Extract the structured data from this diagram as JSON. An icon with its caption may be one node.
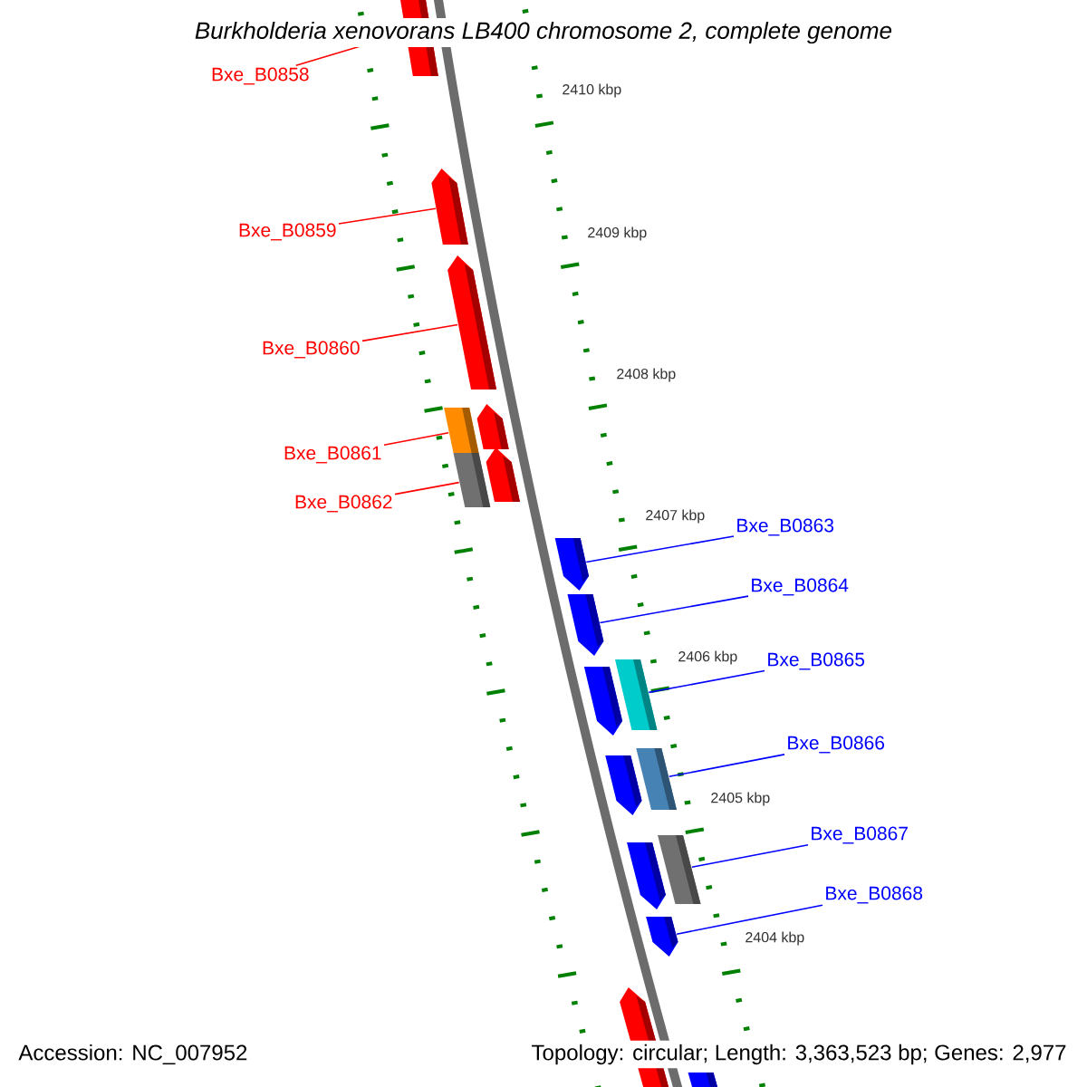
{
  "diagram": {
    "title": "Burkholderia xenovorans LB400 chromosome 2, complete genome",
    "nodes": [
      {
        "text": [
          "Bxe_B0858"
        ]
      },
      {
        "text": [
          "Bxe_B0859"
        ]
      },
      {
        "text": [
          "Bxe_B0860"
        ]
      },
      {
        "text": [
          "Bxe_B0861"
        ]
      },
      {
        "text": [
          "Bxe_B0862"
        ]
      },
      {
        "text": [
          "Bxe_B0863"
        ]
      },
      {
        "text": [
          "Bxe_B0864"
        ]
      },
      {
        "text": [
          "Bxe_B0865"
        ]
      },
      {
        "text": [
          "Bxe_B0866"
        ]
      },
      {
        "text": [
          "Bxe_B0867"
        ]
      },
      {
        "text": [
          "Bxe_B0868"
        ]
      },
      {
        "text": [],
        "shape": "arrow"
      },
      {
        "text": [],
        "shape": "arrow"
      },
      {
        "text": [],
        "shape": "arrow"
      },
      {
        "text": [],
        "shape": "arrow"
      },
      {
        "text": [],
        "shape": "box"
      },
      {
        "text": [],
        "shape": "arrow"
      },
      {
        "text": [],
        "shape": "box"
      },
      {
        "text": [],
        "shape": "arrow"
      },
      {
        "text": [],
        "shape": "arrow"
      },
      {
        "text": [],
        "shape": "box"
      },
      {
        "text": [],
        "shape": "arrow"
      },
      {
        "text": [],
        "shape": "box"
      },
      {
        "text": [],
        "shape": "arrow"
      },
      {
        "text": [],
        "shape": "box"
      },
      {
        "text": [],
        "shape": "arrow"
      },
      {
        "text": [],
        "shape": "arrow"
      },
      {
        "text": [],
        "shape": "arrow"
      },
      {
        "text": [],
        "shape": "arrow"
      }
    ],
    "edges": [
      {
        "from": 0,
        "to": 11,
        "arrow": "none",
        "color": "#ff0000"
      },
      {
        "from": 1,
        "to": 12,
        "arrow": "none",
        "color": "#ff0000"
      },
      {
        "from": 2,
        "to": 13,
        "arrow": "none",
        "color": "#ff0000"
      },
      {
        "from": 3,
        "to": 15,
        "arrow": "none",
        "color": "#ff0000"
      },
      {
        "from": 4,
        "to": 17,
        "arrow": "none",
        "color": "#ff0000"
      },
      {
        "from": 5,
        "to": 18,
        "arrow": "none",
        "color": "#0000ff"
      },
      {
        "from": 6,
        "to": 19,
        "arrow": "none",
        "color": "#0000ff"
      },
      {
        "from": 7,
        "to": 20,
        "arrow": "none",
        "color": "#0000ff"
      },
      {
        "from": 8,
        "to": 22,
        "arrow": "none",
        "color": "#0000ff"
      },
      {
        "from": 9,
        "to": 24,
        "arrow": "none",
        "color": "#0000ff"
      },
      {
        "from": 10,
        "to": 26,
        "arrow": "none",
        "color": "#0000ff"
      }
    ],
    "labels": [
      "2410 kbp",
      "2409 kbp",
      "2408 kbp",
      "2407 kbp",
      "2406 kbp",
      "2405 kbp",
      "2404 kbp",
      "Accession: NC_007952",
      "Topology: circular; Length: 3,363,523 bp; Genes: 2,977"
    ]
  }
}
